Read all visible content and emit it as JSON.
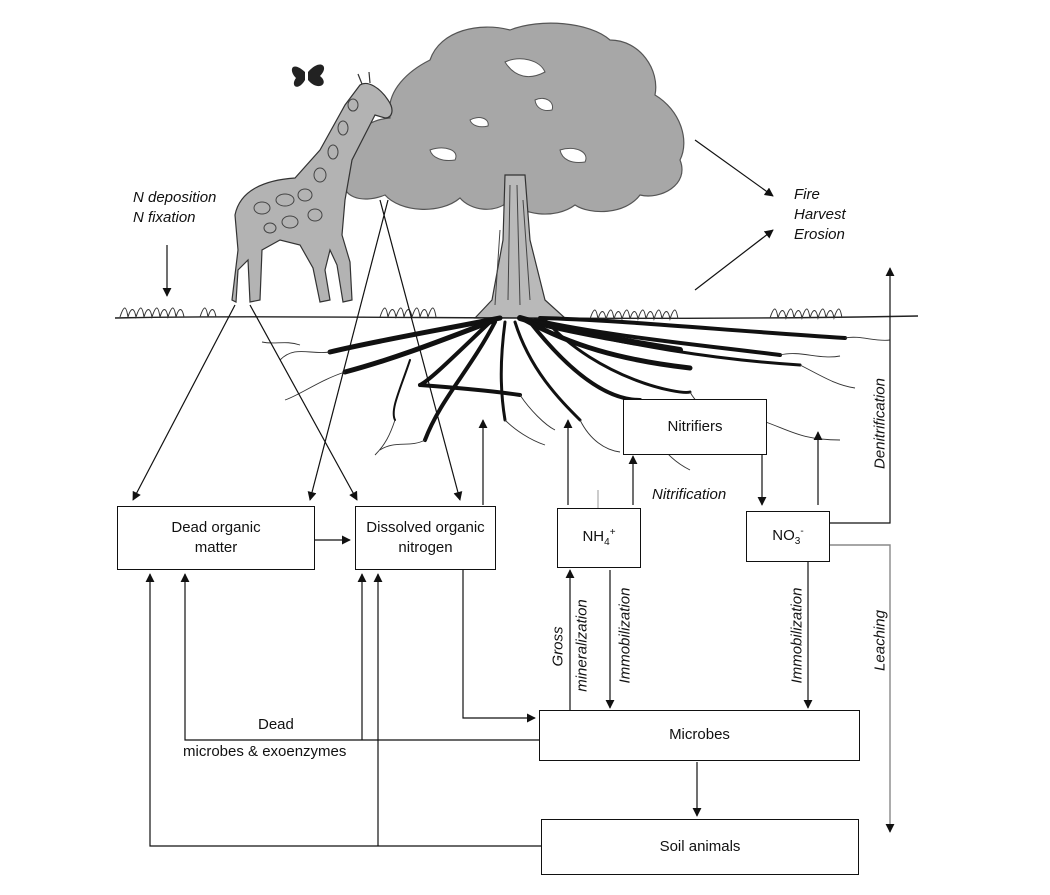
{
  "inputs": {
    "line1": "N deposition",
    "line2": "N fixation"
  },
  "losses": {
    "line1": "Fire",
    "line2": "Harvest",
    "line3": "Erosion"
  },
  "boxes": {
    "dead_organic_matter": "Dead organic matter",
    "dissolved_organic_nitrogen": "Dissolved organic nitrogen",
    "nh4_base": "NH",
    "nh4_sub": "4",
    "nh4_sup": "+",
    "no3_base": "NO",
    "no3_sub": "3",
    "no3_sup": "-",
    "nitrifiers": "Nitrifiers",
    "microbes": "Microbes",
    "soil_animals": "Soil animals"
  },
  "process_labels": {
    "nitrification": "Nitrification",
    "denitrification": "Denitrification",
    "leaching": "Leaching",
    "gross_mineralization_1": "Gross",
    "gross_mineralization_2": "mineralization",
    "immobilization_nh4": "Immobilization",
    "immobilization_no3": "Immobilization",
    "dead_microbes_1": "Dead",
    "dead_microbes_2": "microbes & exoenzymes"
  },
  "colors": {
    "ink": "#111111",
    "canopy": "#a7a7a7",
    "giraffe": "#b3b3b3",
    "leaching_line": "#888888"
  }
}
